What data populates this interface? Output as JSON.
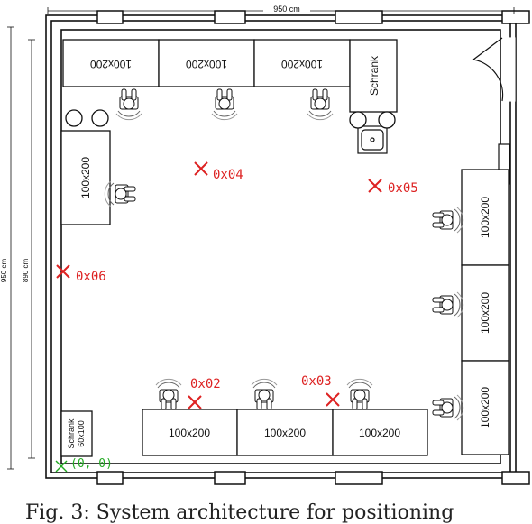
{
  "dimensions": {
    "width_label": "950 cm",
    "height_outer_label": "950 cm",
    "height_inner_label": "890 cm"
  },
  "tables": {
    "top": [
      "100x200",
      "100x200",
      "100x200"
    ],
    "left": "100x200",
    "bottom": [
      "100x200",
      "100x200",
      "100x200"
    ],
    "right": [
      "100x200",
      "100x200",
      "100x200"
    ]
  },
  "cabinets": {
    "top_right": "Schrank",
    "bottom_left_line1": "Schrank",
    "bottom_left_line2": "60x100"
  },
  "markers": [
    {
      "id": "0x04"
    },
    {
      "id": "0x05"
    },
    {
      "id": "0x06"
    },
    {
      "id": "0x02"
    },
    {
      "id": "0x03"
    }
  ],
  "origin": {
    "label": "(0, 0)"
  },
  "colors": {
    "marker": "#dd2222",
    "origin": "#22aa22",
    "wall": "#111111"
  },
  "caption": "Fig. 3: System architecture for positioning"
}
